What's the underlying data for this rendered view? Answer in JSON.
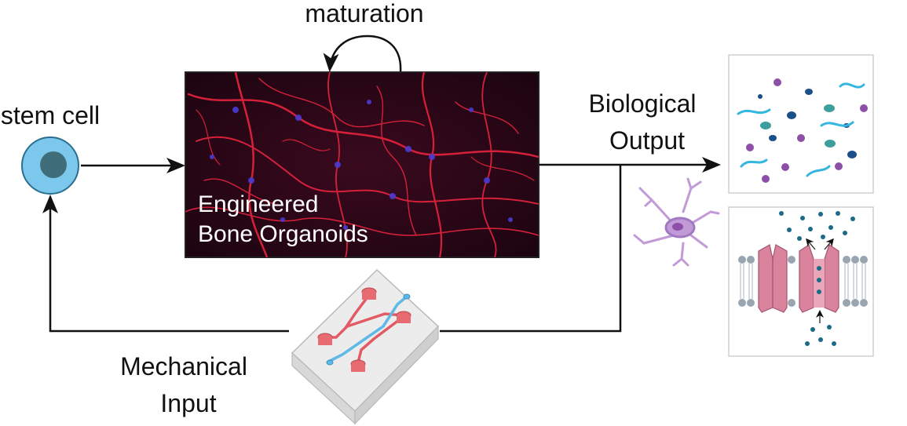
{
  "labels": {
    "maturation": "maturation",
    "stem_cell": "stem cell",
    "organoid_line1": "Engineered",
    "organoid_line2": "Bone Organoids",
    "output_line1": "Biological",
    "output_line2": "Output",
    "input_line1": "Mechanical",
    "input_line2": "Input"
  },
  "colors": {
    "arrow": "#111111",
    "stem_cell_outer": "#7cc8ec",
    "stem_cell_nucleus": "#3f6e7a",
    "organoid_bg": "#2a0614",
    "fiber": "#e8233e",
    "nuclei": "#4a3bd1",
    "neuron": "#c39ad8",
    "channel": "#d9839c",
    "ion": "#1b6b88",
    "membrane_head": "#9aa5b2"
  }
}
